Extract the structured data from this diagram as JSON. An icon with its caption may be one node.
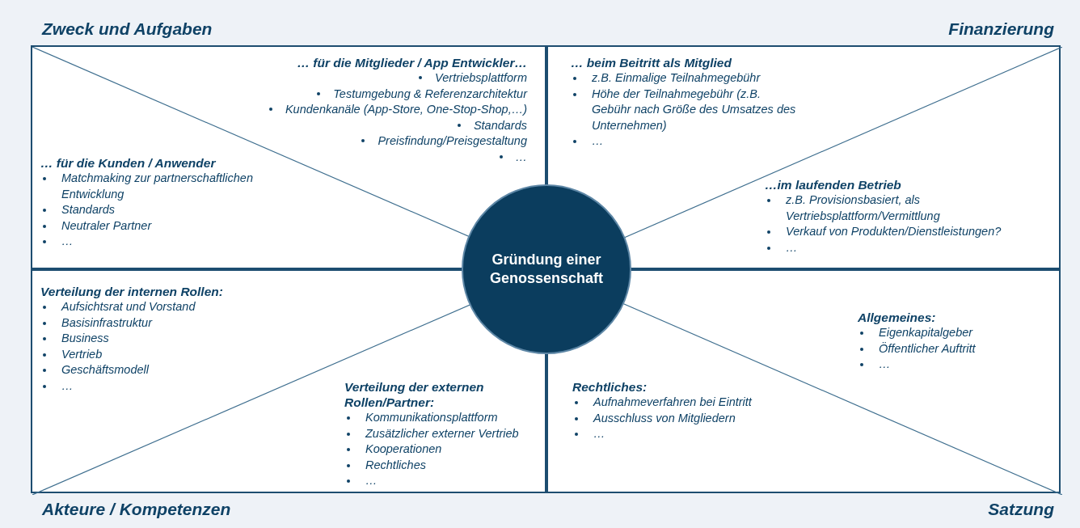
{
  "diagram": {
    "nodes": [
      {
        "text": [
          "Zweck und Aufgaben"
        ]
      },
      {
        "text": [
          "… für die Mitglieder / App Entwickler…",
          "Vertriebsplattform",
          "Testumgebung & Referenzarchitektur",
          "Kundenkanäle (App-Store, One-Stop-Shop,…)",
          "Standards",
          "Preisfindung/Preisgestaltung",
          "…"
        ],
        "in": 0
      },
      {
        "text": [
          "… für die Kunden / Anwender",
          "Matchmaking zur partnerschaftlichen Entwicklung",
          "Standards",
          "Neutraler Partner",
          "…"
        ],
        "in": 0
      },
      {
        "text": [
          "Finanzierung"
        ]
      },
      {
        "text": [
          "… beim Beitritt als Mitglied",
          "z.B. Einmalige Teilnahmegebühr",
          "Höhe der Teilnahmegebühr (z.B. Gebühr nach Größe des Umsatzes des Unternehmen)",
          "…"
        ],
        "in": 3
      },
      {
        "text": [
          "…im laufenden Betrieb",
          "z.B. Provisionsbasiert, als Vertriebsplattform/Vermittlung",
          "Verkauf von Produkten/Dienstleistungen?",
          "…"
        ],
        "in": 3
      },
      {
        "text": [
          "Akteure / Kompetenzen"
        ]
      },
      {
        "text": [
          "Verteilung der internen Rollen:",
          "Aufsichtsrat und Vorstand",
          "Basisinfrastruktur",
          "Business",
          "Vertrieb",
          "Geschäftsmodell",
          "…"
        ],
        "in": 6
      },
      {
        "text": [
          "Verteilung der externen Rollen/Partner:",
          "Kommunikationsplattform",
          "Zusätzlicher externer Vertrieb",
          "Kooperationen",
          "Rechtliches",
          "…"
        ],
        "in": 6
      },
      {
        "text": [
          "Satzung"
        ]
      },
      {
        "text": [
          "Allgemeines:",
          "Eigenkapitalgeber",
          "Öffentlicher Auftritt",
          "…"
        ],
        "in": 9
      },
      {
        "text": [
          "Rechtliches:",
          "Aufnahmeverfahren bei Eintritt",
          "Ausschluss von Mitgliedern",
          "…"
        ],
        "in": 9
      },
      {
        "text": [
          "Gründung einer Genossenschaft"
        ]
      }
    ]
  }
}
